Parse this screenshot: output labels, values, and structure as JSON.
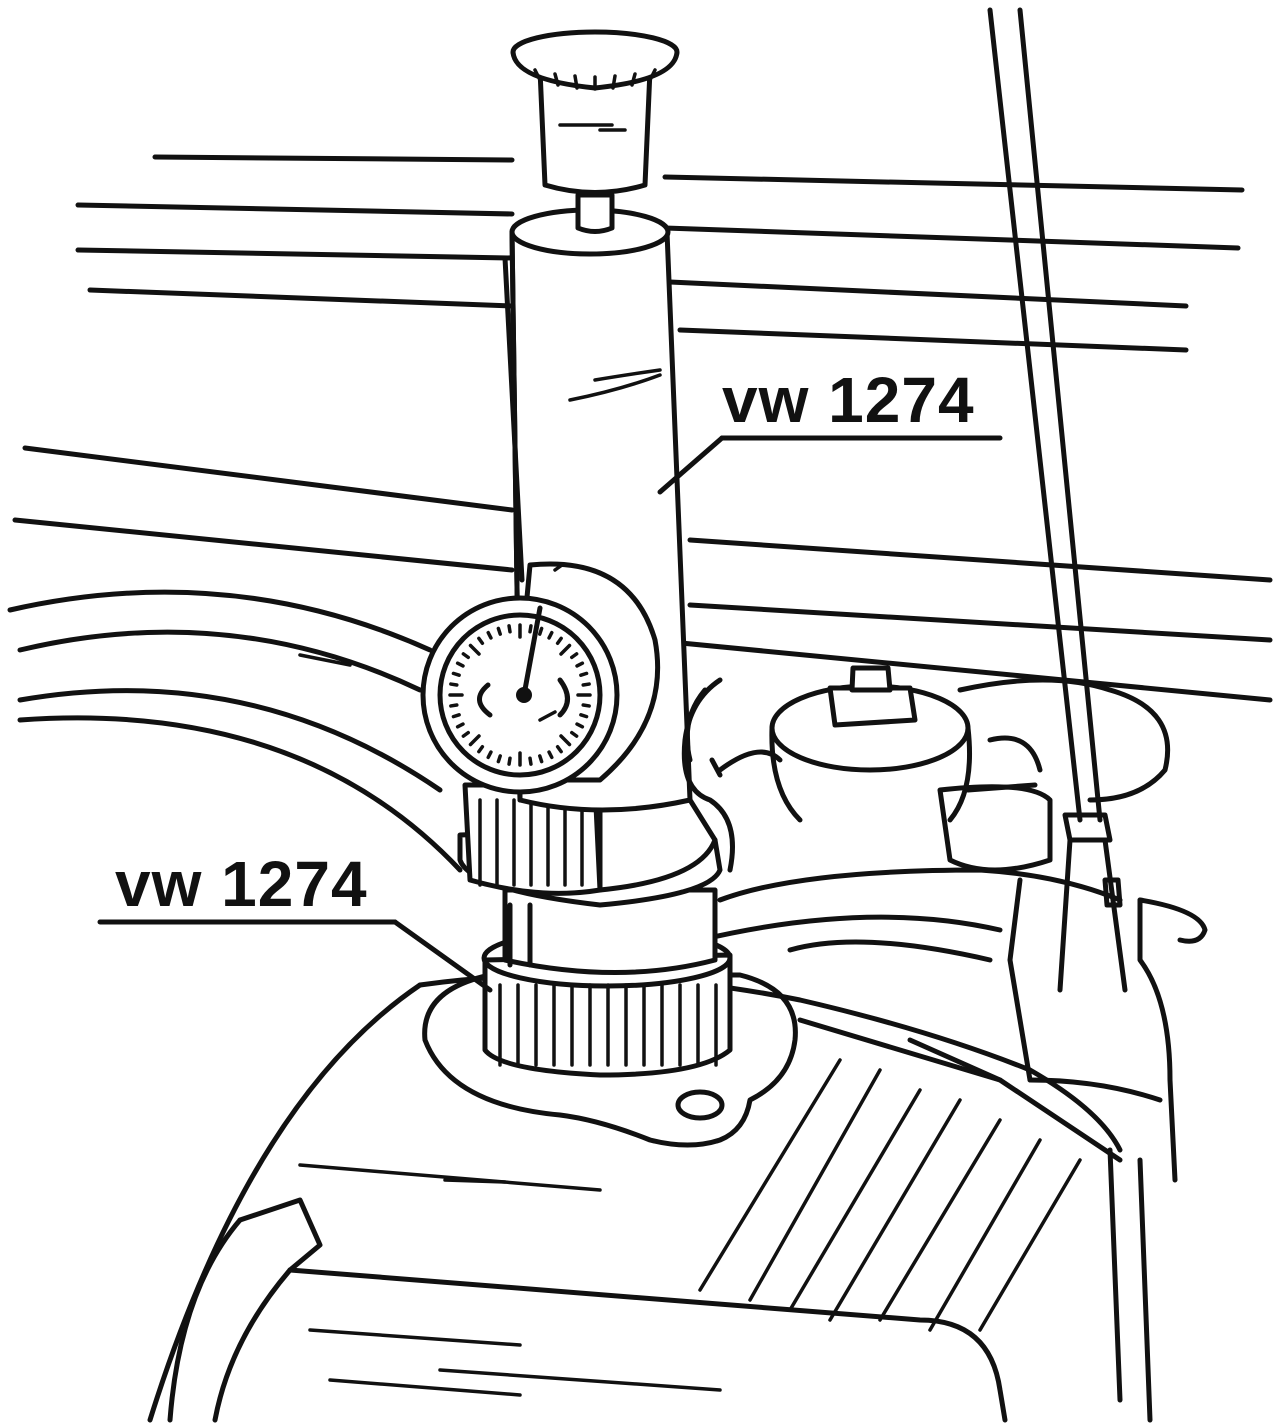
{
  "figure": {
    "callouts": [
      {
        "id": "upper",
        "label": "vw 1274"
      },
      {
        "id": "lower",
        "label": "vw 1274"
      }
    ]
  }
}
